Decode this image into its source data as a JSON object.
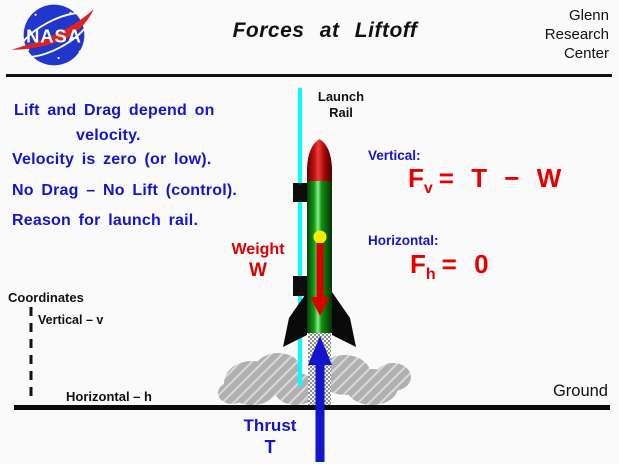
{
  "header": {
    "title": "Forces at Liftoff",
    "org_lines": [
      "Glenn",
      "Research",
      "Center"
    ],
    "logo_text": "NASA"
  },
  "notes": {
    "line1": "Lift and Drag depend on",
    "line2": "velocity.",
    "line3": "Velocity is zero (or low).",
    "line4": "No Drag – No Lift (control).",
    "line5": "Reason for launch rail."
  },
  "diagram": {
    "launch_rail_line1": "Launch",
    "launch_rail_line2": "Rail",
    "weight_label": "Weight",
    "weight_symbol": "W",
    "thrust_label": "Thrust",
    "thrust_symbol": "T",
    "ground_label": "Ground",
    "coordinates_label": "Coordinates",
    "vertical_axis_label": "Vertical – v",
    "horizontal_axis_label": "Horizontal – h"
  },
  "equations": {
    "vertical_heading": "Vertical:",
    "vertical_F": "F",
    "vertical_sub": "v",
    "vertical_rest": "= T − W",
    "horizontal_heading": "Horizontal:",
    "horizontal_F": "F",
    "horizontal_sub": "h",
    "horizontal_rest": "= 0"
  },
  "colors": {
    "note_blue": "#1414cc",
    "force_red": "#dd0000",
    "equation_red": "#e60000",
    "rail_cyan": "#00ffff",
    "rocket_green": "#12a012",
    "nose_red": "#c41414",
    "smoke_gray": "#b0b0b0",
    "thrust_blue": "#1414cc",
    "ground_black": "#111111"
  }
}
